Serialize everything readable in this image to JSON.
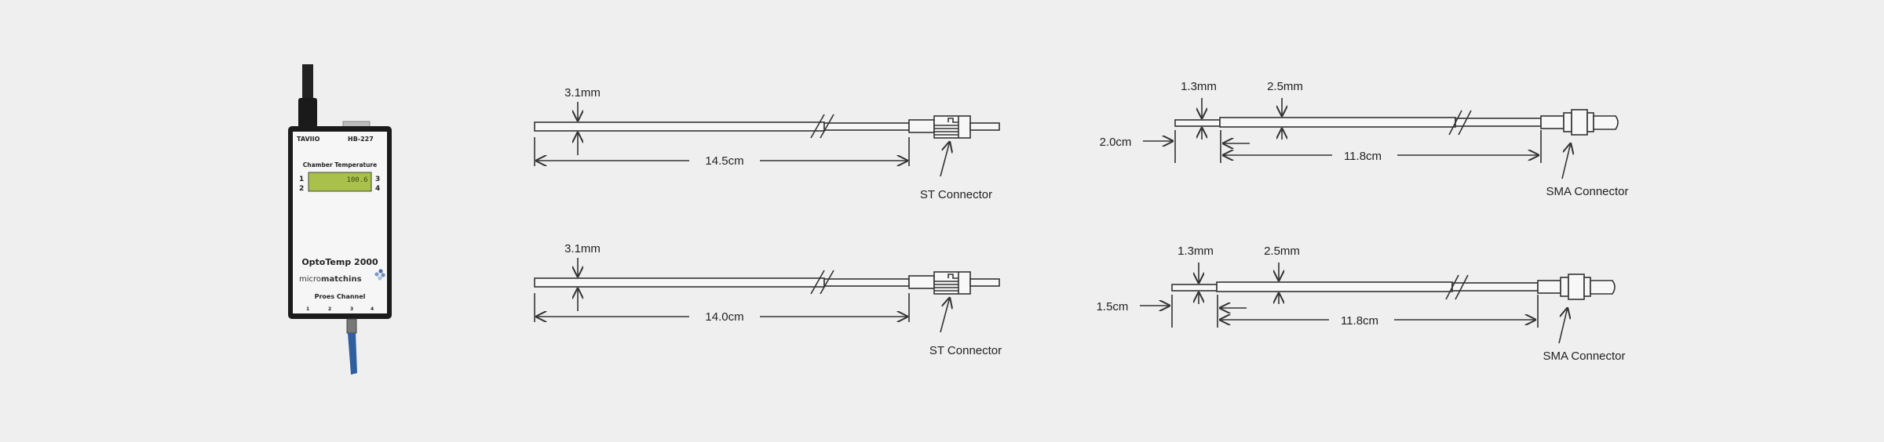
{
  "device": {
    "brand": "TAVIIO",
    "model": "HB-227",
    "screen_title": "Chamber Temperature",
    "display_reading": "100.6",
    "channel_labels_left": [
      "1",
      "2"
    ],
    "channel_labels_right": [
      "3",
      "4"
    ],
    "product_name": "OptoTemp 2000",
    "logo_text_light": "micro",
    "logo_text_bold": "matchins",
    "probe_channel_label": "Proes Channel",
    "probe_channels": [
      "1",
      "2",
      "3",
      "4"
    ]
  },
  "drawings": [
    {
      "type": "ST",
      "diameter": "3.1mm",
      "length": "14.5cm",
      "connector": "ST Connector"
    },
    {
      "type": "ST",
      "diameter": "3.1mm",
      "length": "14.0cm",
      "connector": "ST Connector"
    },
    {
      "type": "SMA",
      "tip_diameter": "1.3mm",
      "diameter": "2.5mm",
      "tip_length": "2.0cm",
      "length": "11.8cm",
      "connector": "SMA Connector"
    },
    {
      "type": "SMA",
      "tip_diameter": "1.3mm",
      "diameter": "2.5mm",
      "tip_length": "1.5cm",
      "length": "11.8cm",
      "connector": "SMA Connector"
    }
  ]
}
